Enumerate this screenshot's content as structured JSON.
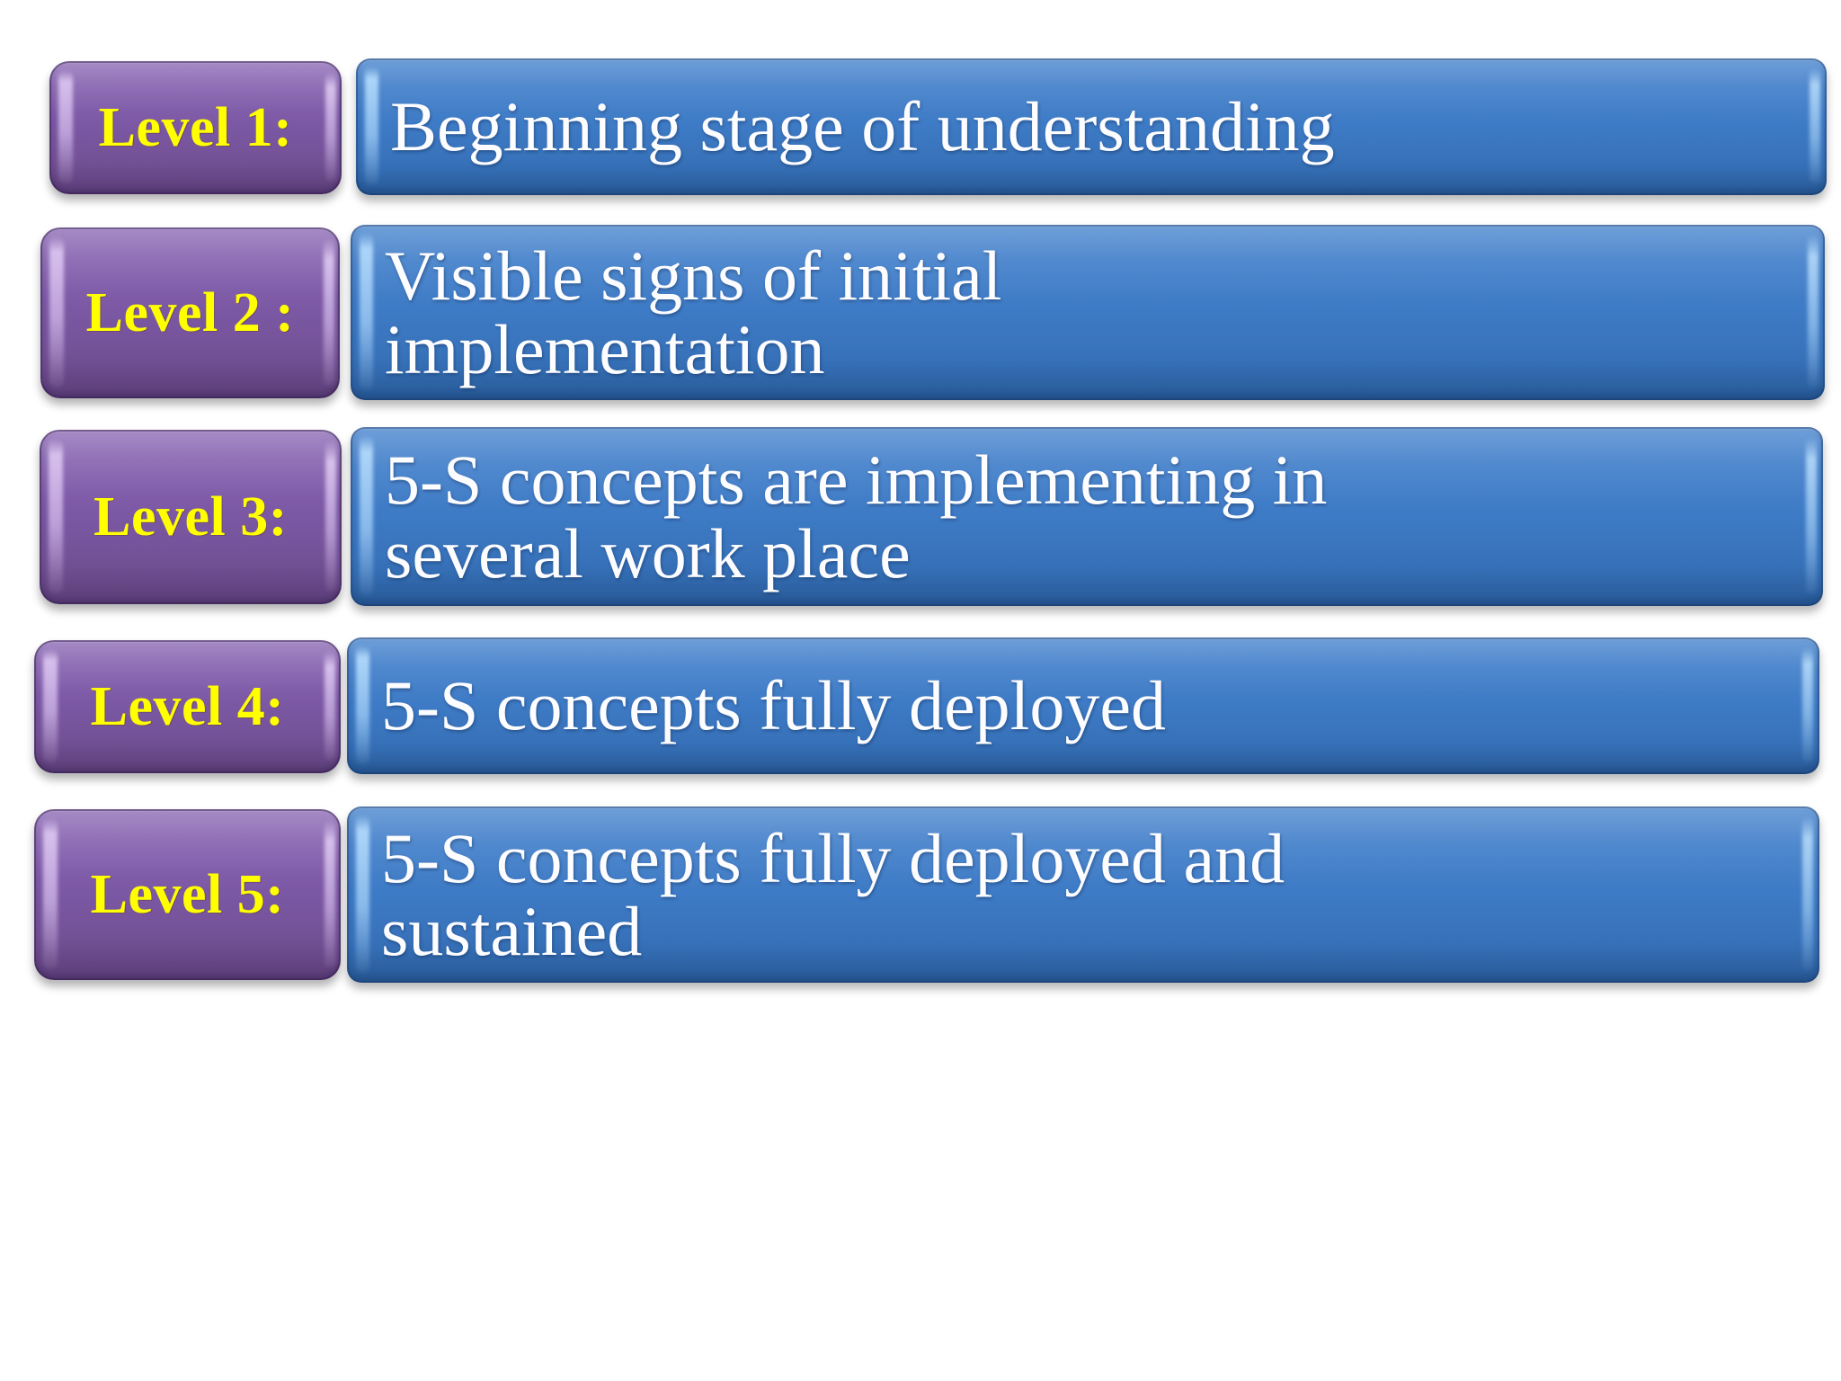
{
  "slide": {
    "background_color": "#ffffff",
    "level_chip_color": "#7a5aa6",
    "description_bar_color": "#3e7cc6",
    "level_text_color": "#ffff00",
    "description_text_color": "#ffffff"
  },
  "rows": [
    {
      "level_label": "Level 1:",
      "description": "Beginning stage of understanding"
    },
    {
      "level_label": "Level 2 :",
      "description": "Visible signs of initial\nimplementation"
    },
    {
      "level_label": "Level 3:",
      "description": "5-S concepts are implementing in\nseveral work place"
    },
    {
      "level_label": "Level 4:",
      "description": "5-S concepts fully deployed"
    },
    {
      "level_label": "Level 5:",
      "description": "5-S concepts fully deployed and\nsustained"
    }
  ]
}
